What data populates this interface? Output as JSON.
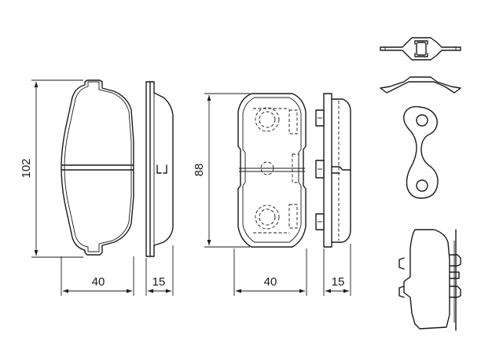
{
  "dimensions": {
    "pad1_height": "102",
    "pad1_width": "40",
    "pad1_thickness": "15",
    "pad2_height": "88",
    "pad2_width": "40",
    "pad2_thickness": "15"
  },
  "colors": {
    "line": "#1a1a1a",
    "background": "#ffffff"
  }
}
